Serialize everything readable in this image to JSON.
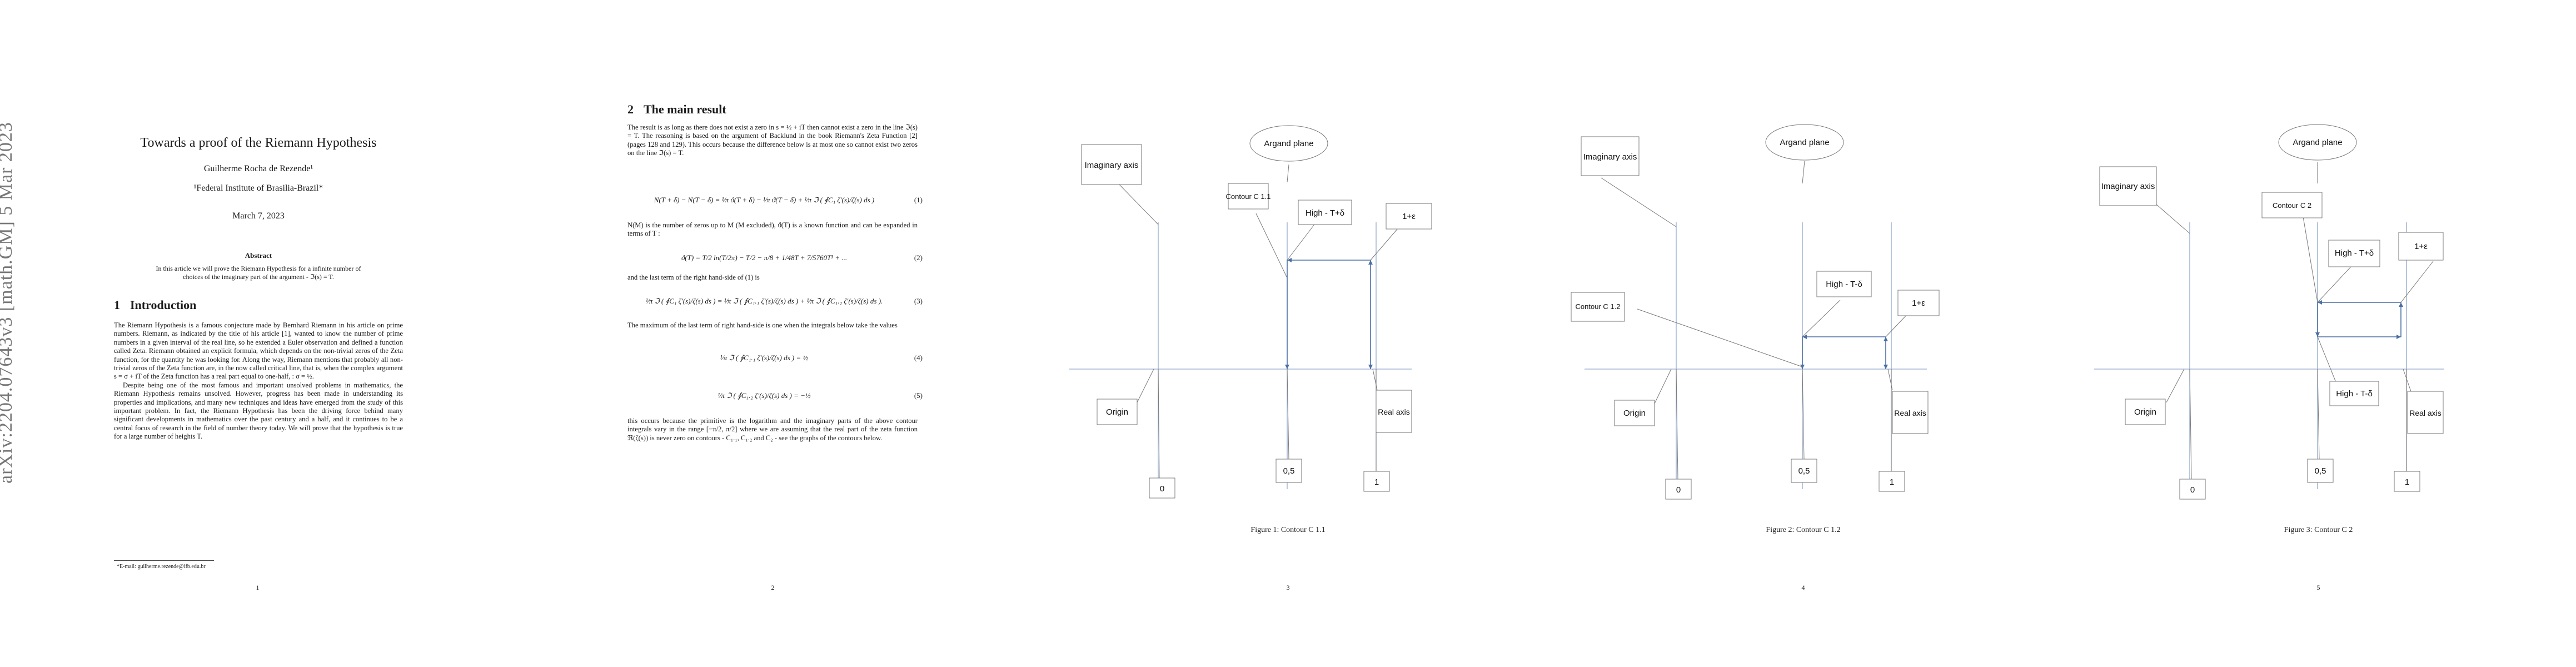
{
  "arxiv_stamp": "arXiv:2204.07643v3  [math.GM]  5 Mar 2023",
  "page1": {
    "title": "Towards a proof of the Riemann Hypothesis",
    "author": "Guilherme Rocha de Rezende¹",
    "affiliation": "¹Federal Institute of Brasilia-Brazil*",
    "date": "March 7, 2023",
    "abstract_heading": "Abstract",
    "abstract_text": "In this article we will prove the Riemann Hypothesis for a infinite number of choices of the imaginary part of the argument - ℑ(s) = T.",
    "section_num": "1",
    "section_title": "Introduction",
    "para1": "The Riemann Hypothesis is a famous conjecture made by Bernhard Riemann in his article on prime numbers. Riemann, as indicated by the title of his article [1], wanted to know the number of prime numbers in a given interval of the real line, so he extended a Euler observation and defined a function called Zeta. Riemann obtained an explicit formula, which depends on the non-trivial zeros of the Zeta function, for the quantity he was looking for. Along the way, Riemann mentions that probably all non-trivial zeros of the Zeta function are, in the now called critical line, that is, when the complex argument s = σ + iT of the Zeta function has a real part equal to one-half, : σ = ½.",
    "para2": "Despite being one of the most famous and important unsolved problems in mathematics, the Riemann Hypothesis remains unsolved. However, progress has been made in understanding its properties and implications, and many new techniques and ideas have emerged from the study of this important problem. In fact, the Riemann Hypothesis has been the driving force behind many significant developments in mathematics over the past century and a half, and it continues to be a central focus of research in the field of number theory today. We will prove that the hypothesis is true for a large number of heights T.",
    "footnote": "*E-mail: guilherme.rezende@ifb.edu.br",
    "page_number": "1"
  },
  "page2": {
    "section_num": "2",
    "section_title": "The main result",
    "para1": "The result is as long as there does not exist a zero in s = ½ + iT then cannot exist a zero in the line ℑ(s) = T. The reasoning is based on the argument of Backlund in the book Riemann's Zeta Function [2] (pages 128 and 129). This occurs because the difference below is at most one so cannot exist two zeros on the line ℑ(s) = T.",
    "eq1": "N(T + δ) − N(T − δ) =  ¹⁄π ϑ(T + δ) − ¹⁄π ϑ(T − δ) + ¹⁄π ℑ ( ∮C₁ ζ′(s)/ζ(s) ds )",
    "eq1_num": "(1)",
    "para2": "N(M) is the number of zeros up to M (M excluded), ϑ(T) is a known function and can be expanded in terms of T :",
    "eq2": "ϑ(T) = T/2 ln(T/2π) − T/2 − π/8 + 1/48T + 7/5760T³ + ...",
    "eq2_num": "(2)",
    "para3": "and the last term of the right hand-side of (1) is",
    "eq3": "¹⁄π ℑ ( ∮C₁ ζ′(s)/ζ(s) ds ) = ¹⁄π ℑ ( ∮C₁.₁ ζ′(s)/ζ(s) ds ) + ¹⁄π ℑ ( ∮C₁.₂ ζ′(s)/ζ(s) ds ).",
    "eq3_num": "(3)",
    "para4": "The maximum of the last term of right hand-side is one when the integrals below take the values",
    "eq4": "¹⁄π ℑ ( ∮C₁.₁ ζ′(s)/ζ(s) ds ) = ½",
    "eq4_num": "(4)",
    "eq5": "¹⁄π ℑ ( ∮C₁.₂ ζ′(s)/ζ(s) ds ) = −½",
    "eq5_num": "(5)",
    "para5": "this occurs because the primitive is the logarithm and the imaginary parts of the above contour integrals vary in the range [−π/2, π/2] where we are assuming that the real part of the zeta function ℜ(ζ(s)) is never zero on contours - C₁.₁, C₁.₂ and C₂ - see the graphs of the contours below.",
    "page_number": "2"
  },
  "fig1": {
    "argand": "Argand plane",
    "imag_axis": "Imaginary axis",
    "contour": "Contour C 1.1",
    "high_plus": "High - T+δ",
    "one_eps": "1+ε",
    "origin": "Origin",
    "real_axis": "Real axis",
    "zero": "0",
    "half": "0,5",
    "one": "1",
    "caption": "Figure 1: Contour C 1.1",
    "page_number": "3"
  },
  "fig2": {
    "argand": "Argand plane",
    "imag_axis": "Imaginary axis",
    "contour": "Contour C 1.2",
    "high_minus": "High - T-δ",
    "one_eps": "1+ε",
    "origin": "Origin",
    "real_axis": "Real axis",
    "zero": "0",
    "half": "0,5",
    "one": "1",
    "caption": "Figure 2: Contour C 1.2",
    "page_number": "4"
  },
  "fig3": {
    "argand": "Argand plane",
    "imag_axis": "Imaginary axis",
    "contour": "Contour C 2",
    "high_plus": "High - T+δ",
    "one_eps": "1+ε",
    "high_minus": "High - T-δ",
    "origin": "Origin",
    "real_axis": "Real axis",
    "zero": "0",
    "half": "0,5",
    "one": "1",
    "caption": "Figure 3: Contour C 2",
    "page_number": "5"
  },
  "colors": {
    "axis": "#8fa8c8",
    "contour": "#4a6fa5",
    "callout": "#666666"
  }
}
